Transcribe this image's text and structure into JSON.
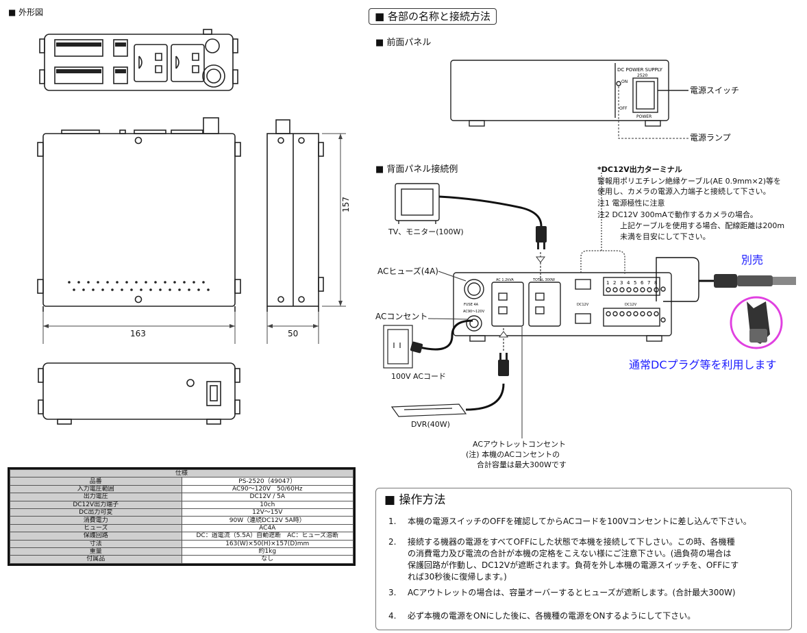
{
  "left": {
    "heading": "■ 外形図",
    "dim_width": "163",
    "dim_depth": "50",
    "dim_height": "157"
  },
  "spec": {
    "title": "仕様",
    "rows": [
      {
        "key": "品番",
        "value": "PS-2520（49047）"
      },
      {
        "key": "入力電圧範囲",
        "value": "AC90〜120V　50/60Hz"
      },
      {
        "key": "出力電圧",
        "value": "DC12V / 5A"
      },
      {
        "key": "DC12V出力端子",
        "value": "10ch"
      },
      {
        "key": "DC出力可変",
        "value": "12V〜15V"
      },
      {
        "key": "消費電力",
        "value": "90W（連続DC12V 5A時）"
      },
      {
        "key": "ヒューズ",
        "value": "AC4A"
      },
      {
        "key": "保護回路",
        "value": "DC：過電流（5.5A）自動遮断　AC：ヒューズ溶断"
      },
      {
        "key": "寸法",
        "value": "163(W)×50(H)×157(D)mm"
      },
      {
        "key": "重量",
        "value": "約1kg"
      },
      {
        "key": "付属品",
        "value": "なし"
      }
    ]
  },
  "right": {
    "main_heading": "■ 各部の名称と接続方法",
    "front_heading": "■ 前面パネル",
    "front_label_line1": "DC POWER SUPPLY",
    "front_label_line2": "2520",
    "switch_on": "ON",
    "switch_off": "OFF",
    "switch_power": "POWER",
    "power_switch_callout": "電源スイッチ",
    "power_lamp_callout": "電源ランプ",
    "rear_heading": "■ 背面パネル接続例",
    "terminal_title": "*DC12V出力ターミナル",
    "terminal_notes": [
      "警報用ポリエチレン絶縁ケーブル(AE 0.9mm×2)等を",
      "使用し、カメラの電源入力端子と接続して下さい。",
      "注1  電源極性に注意",
      "注2  DC12V 300mAで動作するカメラの場合。",
      "上記ケーブルを使用する場合、配線距離は200m",
      "未満を目安にして下さい。"
    ],
    "tv_label": "TV、モニター(100W)",
    "fuse_label": "ACヒューズ(4A)",
    "outlet_label": "ACコンセント",
    "cord_label": "100V ACコード",
    "dvr_label": "DVR(40W)",
    "ac_outlet_lines": [
      "ACアウトレットコンセント",
      "(注) 本機のACコンセントの",
      "合計容量は最大300Wです"
    ],
    "sold_separately": "別売",
    "dc_plug_note": "通常DCプラグ等を利用します",
    "rear_panel_text": {
      "fuse": "FUSE 4A",
      "ac_in": "AC90〜120V",
      "ac_label": "AC 1.2kVA",
      "total": "TOTAL 300W",
      "dc12v": "DC12V",
      "terminal_numbers": [
        "1",
        "2",
        "3",
        "4",
        "5",
        "6",
        "7",
        "8"
      ]
    }
  },
  "ops": {
    "title": "■ 操作方法",
    "items": [
      {
        "num": "1.",
        "lines": [
          "本機の電源スイッチのOFFを確認してからACコードを100Vコンセントに差し込んで下さい。"
        ]
      },
      {
        "num": "2.",
        "lines": [
          "接続する機器の電源をすべてOFFにした状態で本機を接続して下しさい。この時、各機種",
          "の消費電力及び電流の合計が本機の定格をこえない様にご注意下さい。(過負荷の場合は",
          "保護回路が作動し、DC12Vが遮断されます。負荷を外し本機の電源スイッチを、OFFにす",
          "れば30秒後に復帰します。)"
        ]
      },
      {
        "num": "3.",
        "lines": [
          "ACアウトレットの場合は、容量オーバーするとヒューズが遮断します。(合計最大300W)"
        ]
      },
      {
        "num": "4.",
        "lines": [
          "必ず本機の電源をONにした後に、各機種の電源をONするようにして下さい。"
        ]
      }
    ]
  },
  "colors": {
    "accent_blue": "#1a1aff",
    "ring_magenta": "#e040e0",
    "line": "#222222"
  }
}
